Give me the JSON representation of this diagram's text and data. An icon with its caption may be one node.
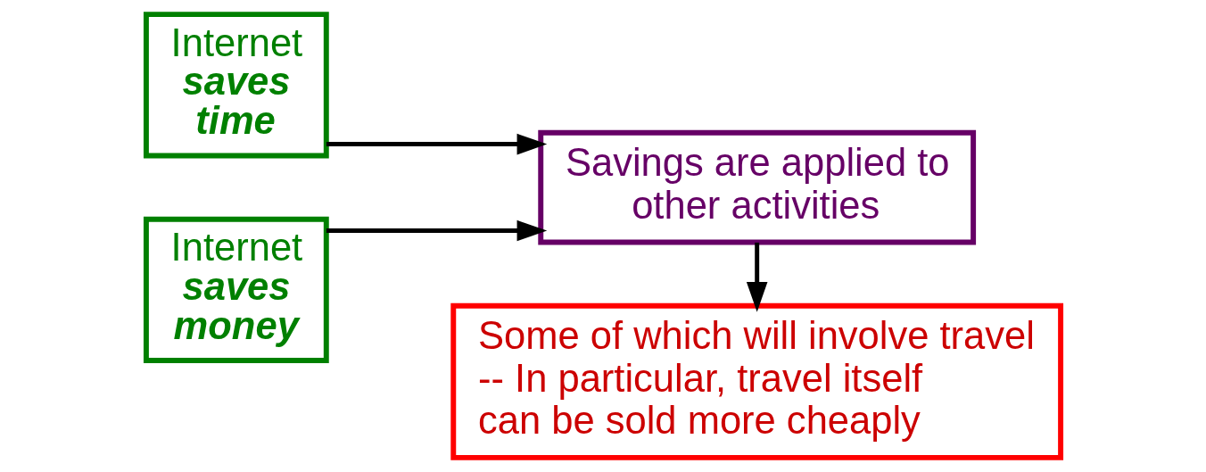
{
  "diagram": {
    "nodes": [
      {
        "text": [
          "Internet",
          "saves time"
        ]
      },
      {
        "text": [
          "Internet",
          "saves money"
        ]
      },
      {
        "text": [
          "Savings are applied to other activities"
        ]
      },
      {
        "text": [
          "Some of which will involve travel",
          "-- In particular, travel itself can be sold more cheaply"
        ]
      }
    ],
    "edges": [
      {
        "from": 0,
        "to": 2,
        "arrow": "to"
      },
      {
        "from": 1,
        "to": 2,
        "arrow": "to"
      },
      {
        "from": 2,
        "to": 3,
        "arrow": "to"
      }
    ]
  }
}
